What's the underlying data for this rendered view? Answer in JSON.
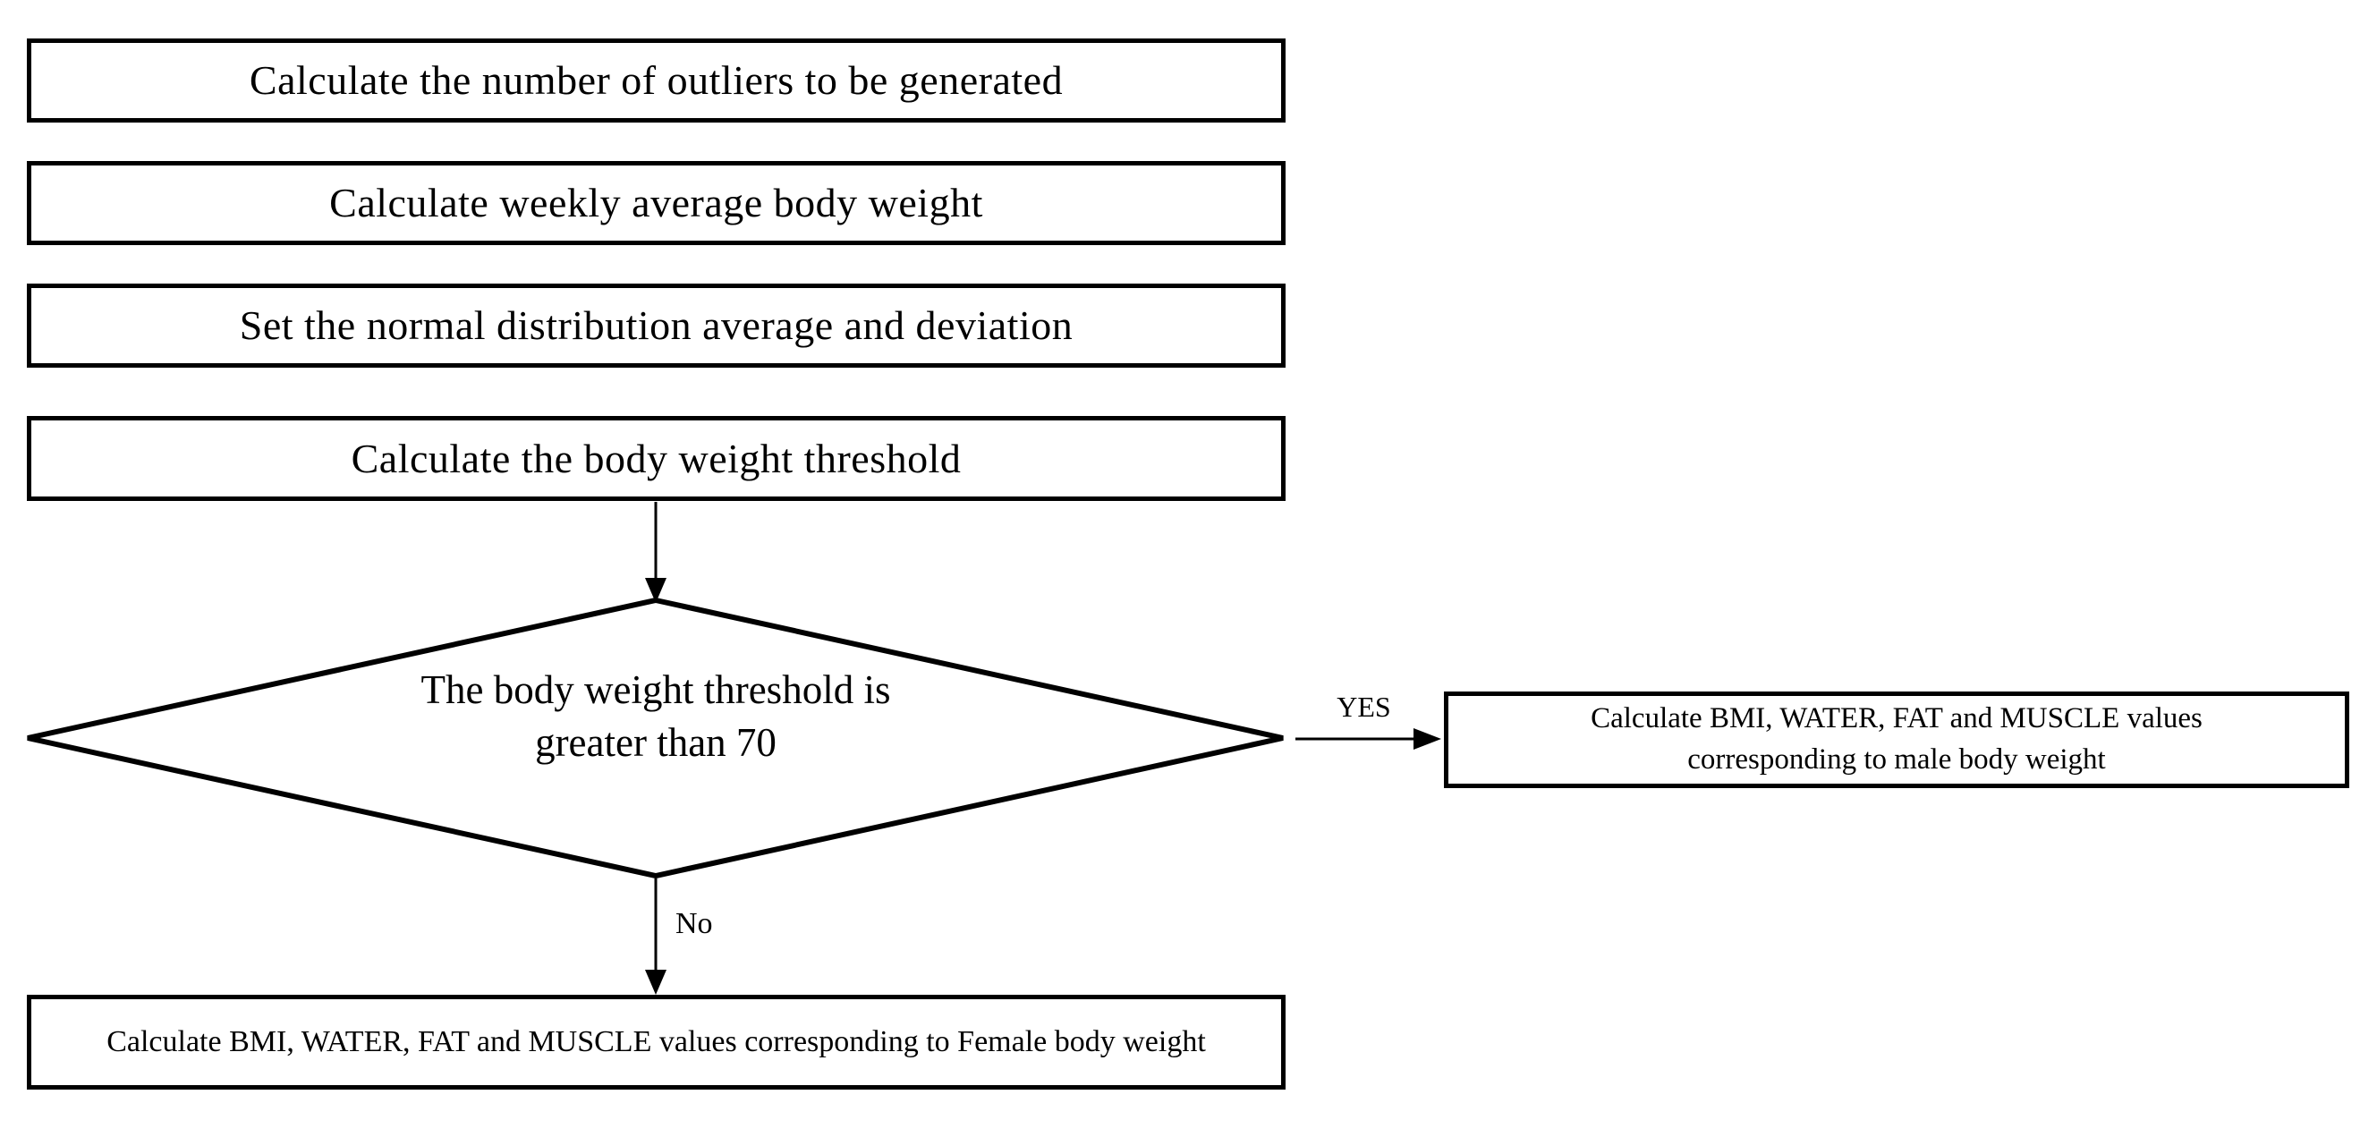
{
  "canvas": {
    "background_color": "#ffffff",
    "line_color": "#000000",
    "shape_fill_color": "#ffffff",
    "text_color": "#000000"
  },
  "flowchart": {
    "steps": [
      {
        "label": "Calculate the number of outliers to be generated"
      },
      {
        "label": "Calculate weekly average body weight"
      },
      {
        "label": "Set the normal distribution average and deviation"
      },
      {
        "label": "Calculate the body weight threshold"
      }
    ],
    "decision": {
      "lines": [
        "The body weight threshold is",
        "greater than 70"
      ]
    },
    "branches": {
      "yes": {
        "label": "YES",
        "box_lines": [
          "Calculate BMI, WATER, FAT and MUSCLE values",
          "corresponding to male body weight"
        ]
      },
      "no": {
        "label": "No",
        "box_lines": [
          "Calculate BMI, WATER, FAT and MUSCLE values corresponding to Female body weight"
        ]
      }
    }
  }
}
